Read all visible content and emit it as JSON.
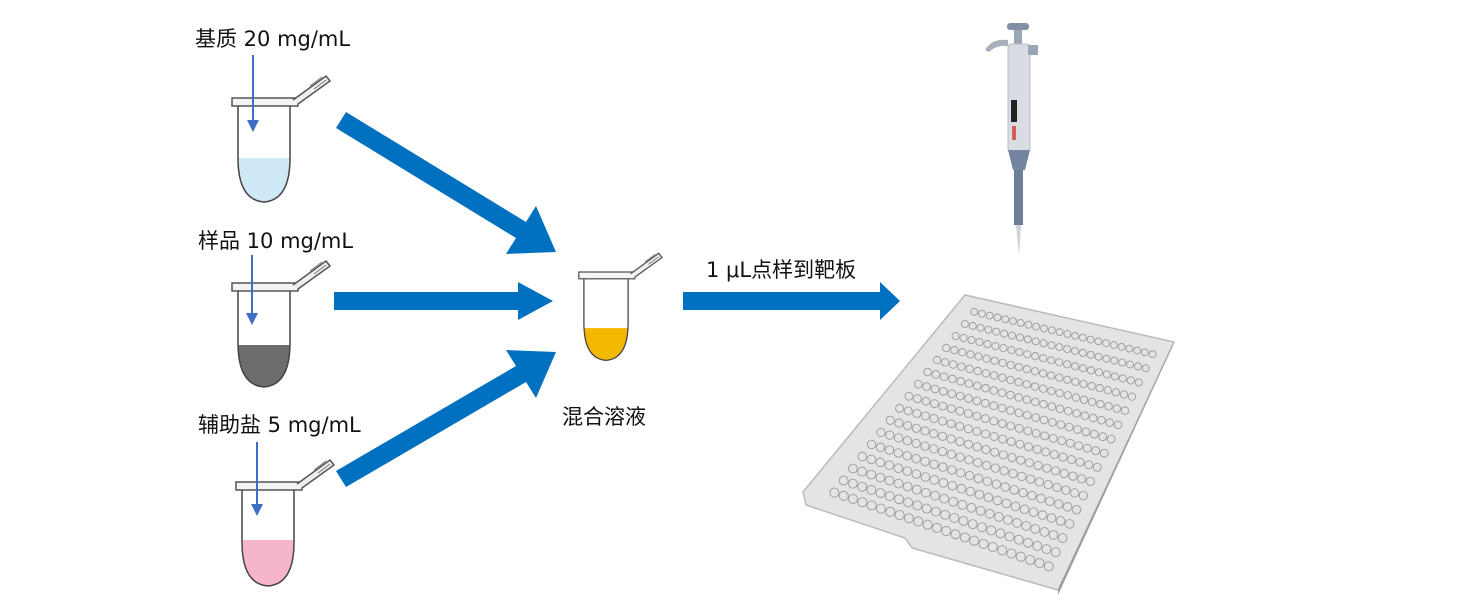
{
  "labels": {
    "substrate": "基质 20 mg/mL",
    "sample": "样品 10 mg/mL",
    "salt": "辅助盐 5 mg/mL",
    "mixture": "混合溶液",
    "spotting": "1 μL点样到靶板"
  },
  "colors": {
    "arrow": "#0070c0",
    "substrate_liquid": "#cfe8f6",
    "sample_liquid": "#6d6d6d",
    "salt_liquid": "#f5b6cb",
    "mixture_liquid": "#f5b800",
    "plate": "#e6e6e6"
  }
}
